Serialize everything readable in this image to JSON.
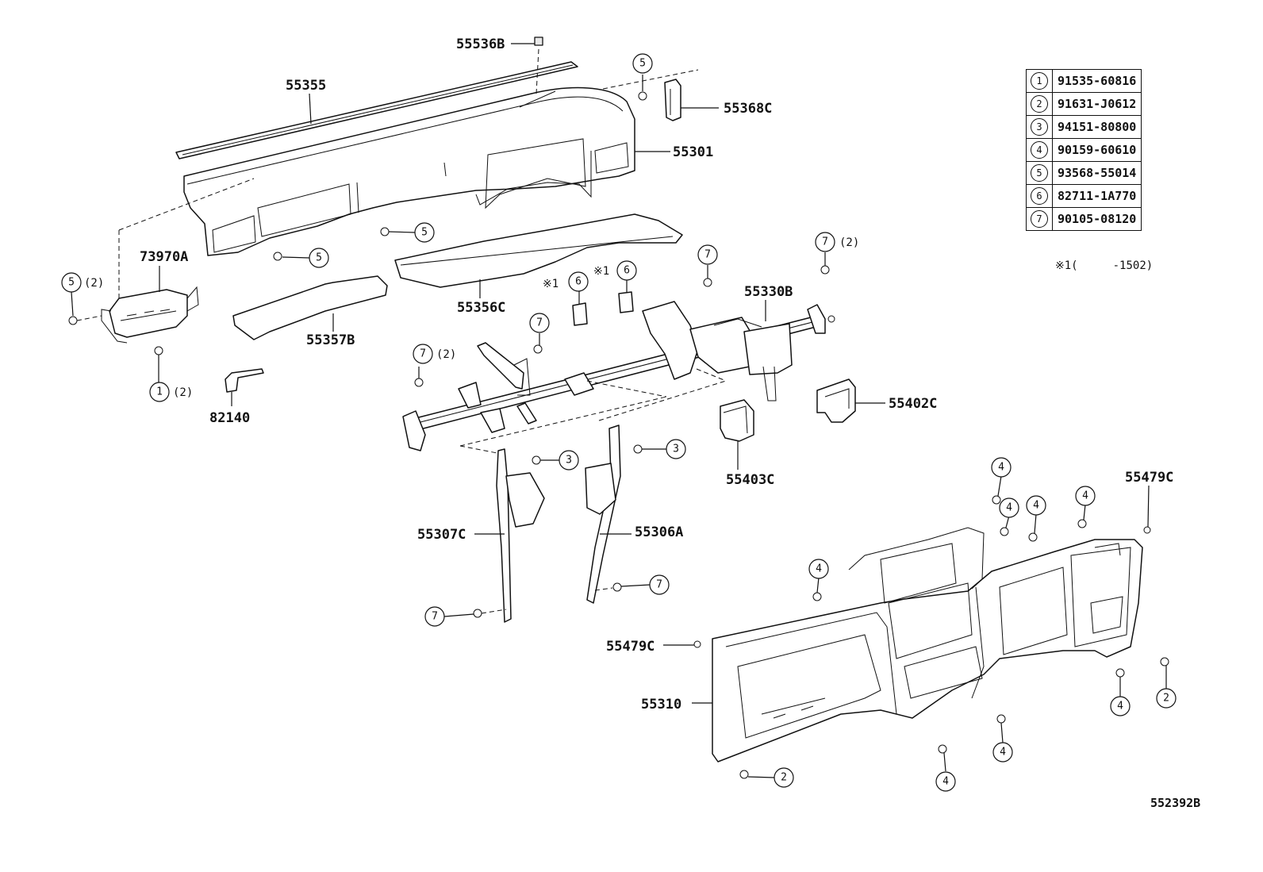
{
  "diagram": {
    "reference_code": "552392B",
    "note": {
      "mark": "※1",
      "open": "(",
      "range": "-1502)"
    },
    "legend": [
      {
        "no": "1",
        "part": "91535-60816"
      },
      {
        "no": "2",
        "part": "91631-J0612"
      },
      {
        "no": "3",
        "part": "94151-80800"
      },
      {
        "no": "4",
        "part": "90159-60610"
      },
      {
        "no": "5",
        "part": "93568-55014"
      },
      {
        "no": "6",
        "part": "82711-1A770"
      },
      {
        "no": "7",
        "part": "90105-08120"
      }
    ],
    "parts": {
      "p55536B": "55536B",
      "p55355": "55355",
      "p55368C": "55368C",
      "p55301": "55301",
      "p73970A": "73970A",
      "p55356C": "55356C",
      "p55357B": "55357B",
      "p82140": "82140",
      "p55330B": "55330B",
      "p55402C": "55402C",
      "p55403C": "55403C",
      "p55307C": "55307C",
      "p55306A": "55306A",
      "p55479C_right": "55479C",
      "p55479C_left": "55479C",
      "p55310": "55310"
    },
    "callouts": {
      "qty2": "(2)",
      "mark1": "※1"
    }
  }
}
